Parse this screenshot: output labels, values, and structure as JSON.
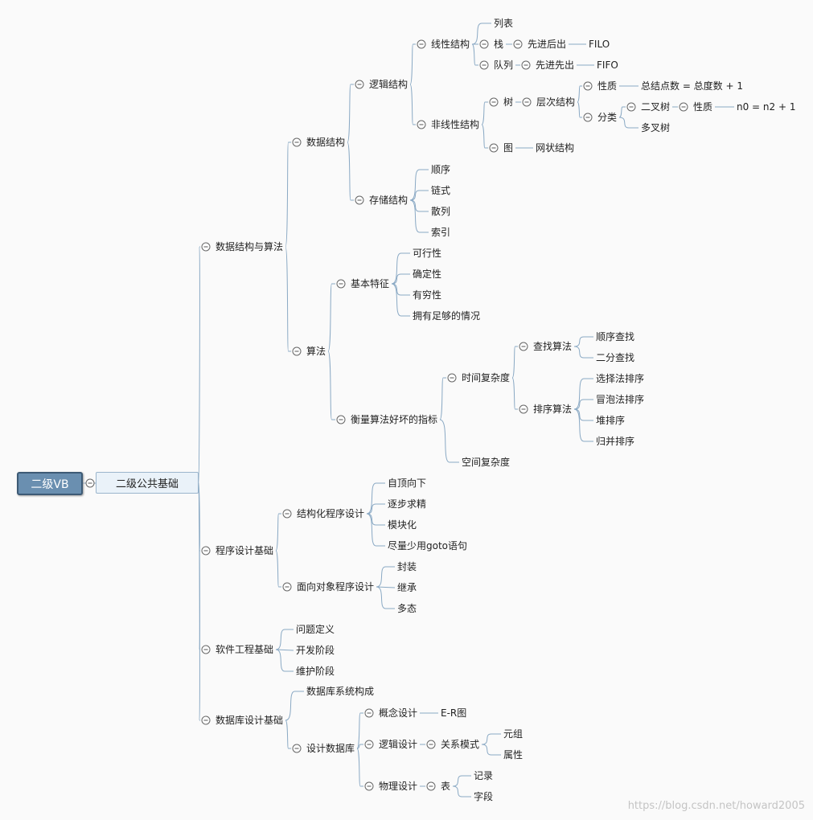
{
  "root": "二级VB",
  "main": "二级公共基础",
  "watermark": "https://blog.csdn.net/howard2005",
  "nodes": {
    "n_dsa": "数据结构与算法",
    "n_ds": "数据结构",
    "n_logic": "逻辑结构",
    "n_linear": "线性结构",
    "n_list": "列表",
    "n_stack": "栈",
    "n_stack_rule": "先进后出",
    "n_filo": "FILO",
    "n_queue": "队列",
    "n_queue_rule": "先进先出",
    "n_fifo": "FIFO",
    "n_nonlinear": "非线性结构",
    "n_tree": "树",
    "n_hier": "层次结构",
    "n_prop": "性质",
    "n_total": "总结点数 = 总度数 + 1",
    "n_class": "分类",
    "n_binary": "二叉树",
    "n_bprop": "性质",
    "n_formula": "n0 = n2 + 1",
    "n_multi": "多叉树",
    "n_graph": "图",
    "n_net": "网状结构",
    "n_storage": "存储结构",
    "n_seq": "顺序",
    "n_link": "链式",
    "n_hash": "散列",
    "n_index": "索引",
    "n_algo": "算法",
    "n_basic": "基本特征",
    "n_feasible": "可行性",
    "n_definite": "确定性",
    "n_finite": "有穷性",
    "n_enough": "拥有足够的情况",
    "n_measure": "衡量算法好坏的指标",
    "n_time": "时间复杂度",
    "n_search": "查找算法",
    "n_seqsearch": "顺序查找",
    "n_binsearch": "二分查找",
    "n_sort": "排序算法",
    "n_select": "选择法排序",
    "n_bubble": "冒泡法排序",
    "n_heap": "堆排序",
    "n_merge": "归并排序",
    "n_space": "空间复杂度",
    "n_prog": "程序设计基础",
    "n_struct": "结构化程序设计",
    "n_topdown": "自顶向下",
    "n_stepwise": "逐步求精",
    "n_modular": "模块化",
    "n_goto": "尽量少用goto语句",
    "n_oop": "面向对象程序设计",
    "n_encap": "封装",
    "n_inherit": "继承",
    "n_poly": "多态",
    "n_se": "软件工程基础",
    "n_problem": "问题定义",
    "n_dev": "开发阶段",
    "n_maint": "维护阶段",
    "n_db": "数据库设计基础",
    "n_dbsys": "数据库系统构成",
    "n_design": "设计数据库",
    "n_concept": "概念设计",
    "n_er": "E-R图",
    "n_logicd": "逻辑设计",
    "n_relation": "关系模式",
    "n_tuple": "元组",
    "n_attr": "属性",
    "n_phys": "物理设计",
    "n_table": "表",
    "n_record": "记录",
    "n_field": "字段"
  },
  "colors": {
    "edge": "#8aa9c4",
    "root_fill": "#6a8fb0",
    "main_fill": "#eaf2f9"
  }
}
